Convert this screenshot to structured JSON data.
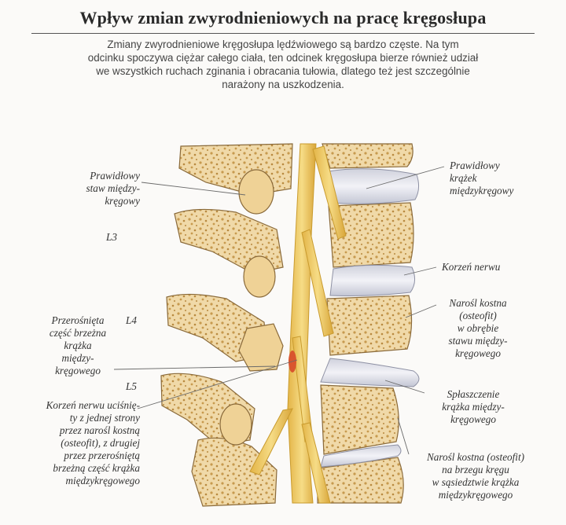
{
  "title": "Wpływ zmian zwyrodnieniowych na pracę kręgosłupa",
  "intro": [
    "Zmiany zwyrodnieniowe kręgosłupa lędźwiowego są bardzo częste. Na tym",
    "odcinku spoczywa ciężar całego ciała, ten odcinek kręgosłupa bierze również udział",
    "we wszystkich ruchach zginania i obracania tułowia, dlatego też jest szczególnie",
    "narażony na uszkodzenia."
  ],
  "levels": {
    "l3": "L3",
    "l4": "L4",
    "l5": "L5"
  },
  "labels_left": {
    "normal_joint": [
      "Prawidłowy",
      "staw między-",
      "kręgowy"
    ],
    "overgrown_disc": [
      "Przerośnięta",
      "część brzeżna",
      "krążka",
      "między-",
      "kręgowego"
    ],
    "compressed_root": [
      "Korzeń nerwu uciśnię-",
      "ty z jednej strony",
      "przez narośl kostną",
      "(osteofit), z drugiej",
      "przez przerośniętą",
      "brzeżną część krążka",
      "międzykręgowego"
    ]
  },
  "labels_right": {
    "normal_disc": [
      "Prawidłowy",
      "krążek",
      "międzykręgowy"
    ],
    "nerve_root": [
      "Korzeń nerwu"
    ],
    "osteophyte_joint": [
      "Narośl kostna",
      "(osteofit)",
      "w obrębie",
      "stawu między-",
      "kręgowego"
    ],
    "flattened_disc": [
      "Spłaszczenie",
      "krążka między-",
      "kręgowego"
    ],
    "osteophyte_edge": [
      "Narośl kostna (osteofit)",
      "na brzegu kręgu",
      "w sąsiedztwie krążka",
      "międzykręgowego"
    ]
  },
  "colors": {
    "bone": "#f0d9a8",
    "bone_pores": "#c79a4e",
    "bone_outline": "#8a6a3a",
    "disc": "#e9e9f2",
    "disc_shade": "#b9bccb",
    "nerve": "#f2cf6a",
    "nerve_dark": "#c99b2e",
    "inflamed": "#d9552e",
    "leader_line": "#6a6a6a"
  }
}
